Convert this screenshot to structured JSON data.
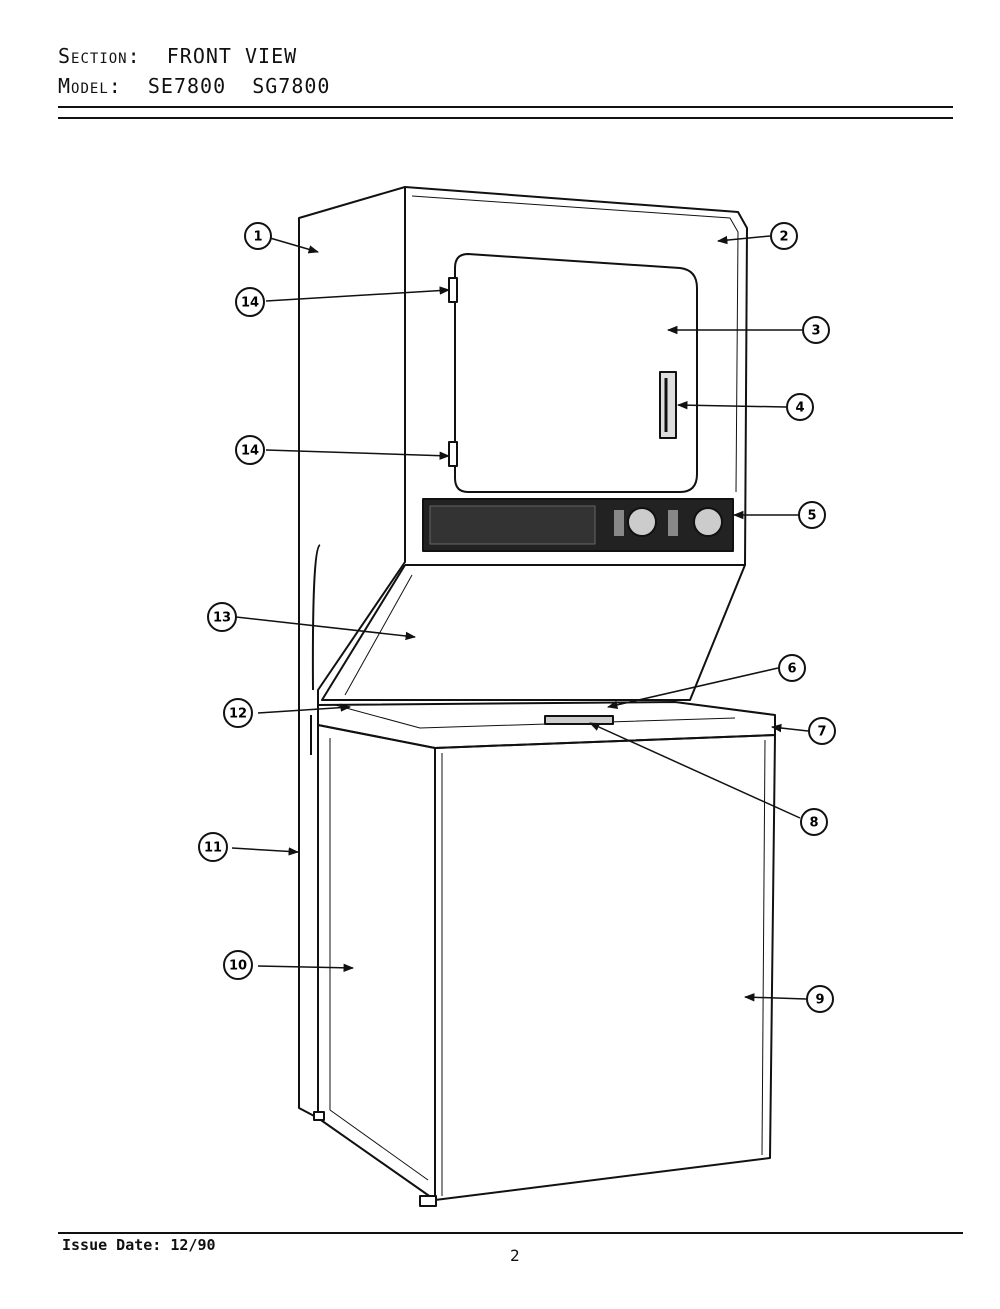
{
  "header": {
    "section_label": "Section:",
    "section_value": "FRONT VIEW",
    "model_label": "Model:",
    "model_value": "SE7800  SG7800"
  },
  "footer": {
    "issue_date": "Issue Date: 12/90",
    "page_number": "2"
  },
  "callouts": [
    "1",
    "2",
    "3",
    "4",
    "5",
    "6",
    "7",
    "8",
    "9",
    "10",
    "11",
    "12",
    "13",
    "14",
    "14"
  ]
}
